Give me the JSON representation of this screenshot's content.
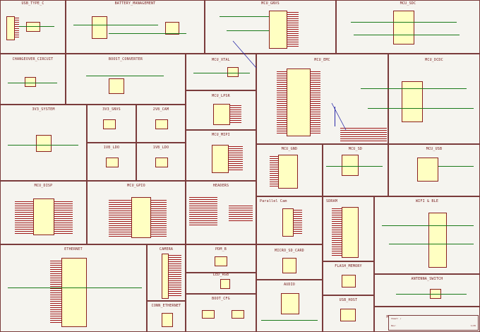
{
  "sheet": {
    "blocks": [
      {
        "id": "usb_type_c",
        "title": "USB_TYPE_C"
      },
      {
        "id": "battery_management",
        "title": "BATTERY_MANAGEMENT"
      },
      {
        "id": "mcu_gnvs",
        "title": "MCU_GNVS"
      },
      {
        "id": "mcu_sdc",
        "title": "MCU_SDC"
      },
      {
        "id": "changeover_circuit",
        "title": "CHANGEOVER_CIRCUIT"
      },
      {
        "id": "boost_converter",
        "title": "BOOST_CONVERTER"
      },
      {
        "id": "mcu_xtal",
        "title": "MCU_XTAL"
      },
      {
        "id": "mcu_emc",
        "title": "MCU_EMC"
      },
      {
        "id": "mcu_dcdc",
        "title": "MCU_DCDC"
      },
      {
        "id": "mcu_lpsr",
        "title": "MCU_LPSR"
      },
      {
        "id": "v3v3_system",
        "title": "3V3_SYSTEM"
      },
      {
        "id": "v3v3_snvs",
        "title": "3V3_SNVS"
      },
      {
        "id": "v2v8_cam",
        "title": "2V8_CAM"
      },
      {
        "id": "mcu_mipi",
        "title": "MCU_MIPI"
      },
      {
        "id": "v1v8_ldo",
        "title": "1V8_LDO"
      },
      {
        "id": "v1v8_ldo2",
        "title": "1V8_LDO"
      },
      {
        "id": "mcu_gnd",
        "title": "MCU_GND"
      },
      {
        "id": "mcu_sd",
        "title": "MCU_SD"
      },
      {
        "id": "mcu_usb",
        "title": "MCU_USB"
      },
      {
        "id": "mcu_disp",
        "title": "MCU_DISP"
      },
      {
        "id": "mcu_gpio",
        "title": "MCU_GPIO"
      },
      {
        "id": "headers",
        "title": "HEADERS"
      },
      {
        "id": "parallel_cam",
        "title": "Parallel Cam"
      },
      {
        "id": "sdram",
        "title": "SDRAM"
      },
      {
        "id": "wifi_ble",
        "title": "WIFI & BLE"
      },
      {
        "id": "ethernet",
        "title": "ETHERNET"
      },
      {
        "id": "camera",
        "title": "CAMERA"
      },
      {
        "id": "pdm_b",
        "title": "PDM_B"
      },
      {
        "id": "micro_sd_card",
        "title": "MICRO_SD_CARD"
      },
      {
        "id": "flash_memory",
        "title": "FLASH_MEMORY"
      },
      {
        "id": "led_rgb",
        "title": "LED_RGB"
      },
      {
        "id": "antenna_switch",
        "title": "ANTENNA_SWITCH"
      },
      {
        "id": "conn_ethernet",
        "title": "CONN_ETHERNET"
      },
      {
        "id": "boot_cfg",
        "title": "BOOT_CFG"
      },
      {
        "id": "audio",
        "title": "AUDIO"
      },
      {
        "id": "usb_host",
        "title": "USB_HOST"
      },
      {
        "id": "mounting_holes",
        "title": "MOUNTING_HOLES"
      }
    ],
    "title_block": {
      "sheet_label": "Sheet: /",
      "page": "1/29",
      "rev": "Rev:"
    }
  },
  "colors": {
    "background": "#f5f4ef",
    "border": "#7a3b3b",
    "title": "#7a2020",
    "ic_fill": "#ffffc2",
    "pin": "#a01818",
    "wire": "#1a7a1a",
    "bus": "#2a2aa8"
  }
}
